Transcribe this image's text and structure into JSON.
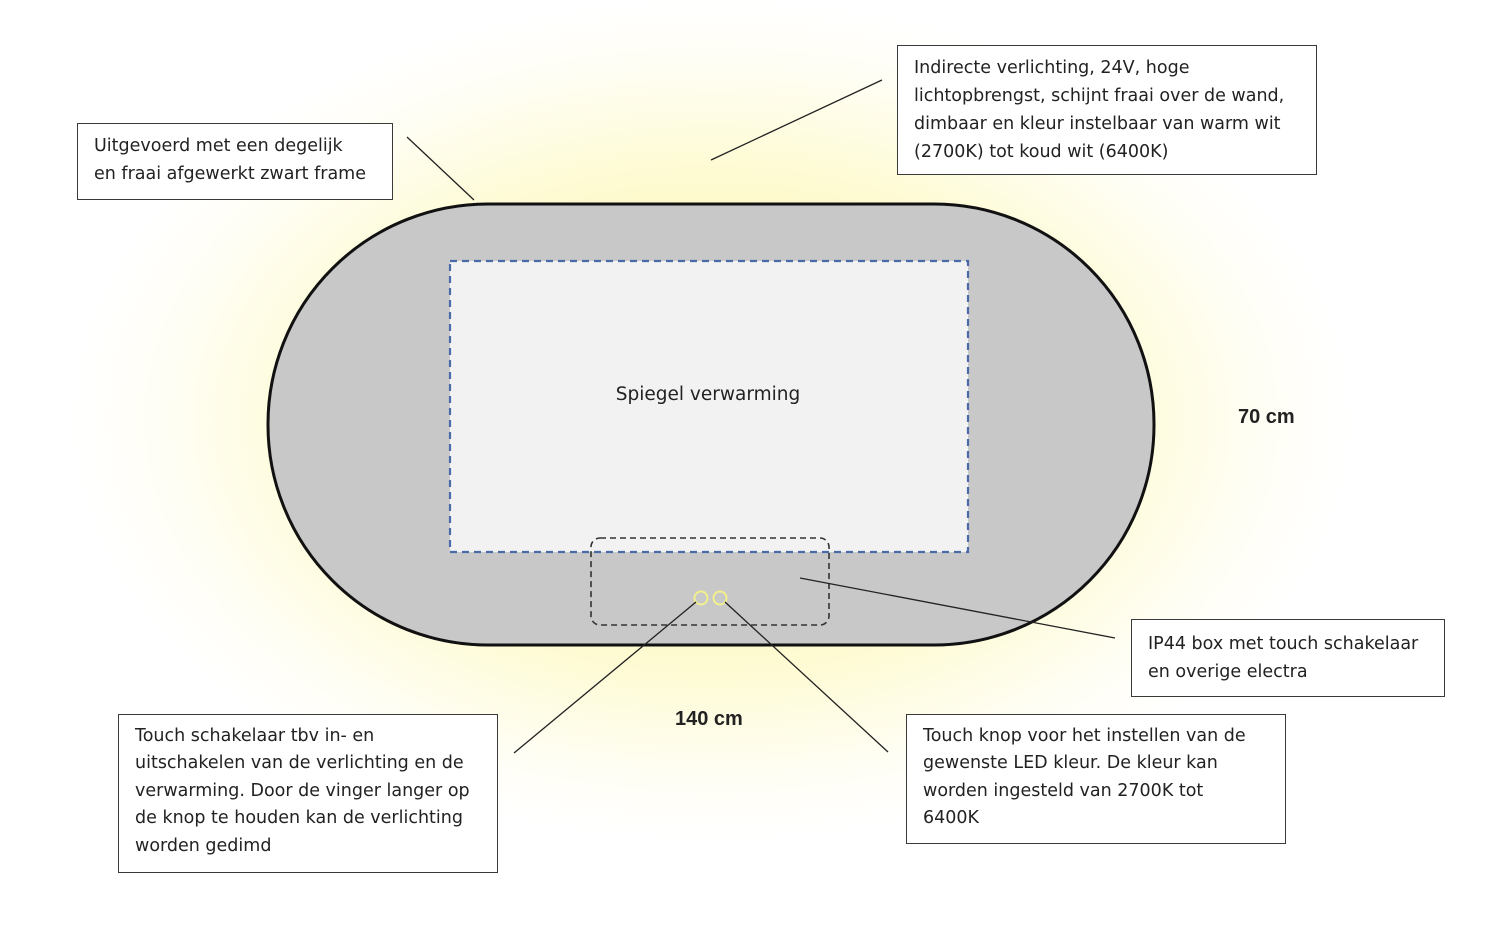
{
  "mirror": {
    "heating_label": "Spiegel verwarming"
  },
  "dimensions": {
    "height": "70 cm",
    "width": "140 cm"
  },
  "callouts": {
    "frame": [
      "Uitgevoerd met een degelijk",
      "en fraai afgewerkt zwart frame"
    ],
    "lighting": [
      "Indirecte verlichting, 24V, hoge",
      "lichtopbrengst, schijnt fraai over de wand,",
      "dimbaar en kleur instelbaar van warm wit",
      "(2700K) tot koud wit (6400K)"
    ],
    "ip44_box": [
      "IP44 box met touch schakelaar",
      "en overige electra"
    ],
    "touch_switch": [
      "Touch schakelaar tbv in- en",
      "uitschakelen van de verlichting en de",
      "verwarming. Door de vinger langer op",
      "de knop te houden kan de verlichting",
      "worden gedimd"
    ],
    "touch_color": [
      "Touch knop voor het instellen van de",
      "gewenste LED kleur. De kleur kan",
      "worden ingesteld van 2700K tot",
      "6400K"
    ]
  },
  "colors": {
    "frame_fill": "#c8c8c8",
    "frame_stroke": "#111111",
    "heating_fill": "#f2f2f2",
    "heating_border": "#4a6aa8",
    "glow": "#fdf7a6",
    "button_ring": "#f2f08c"
  }
}
